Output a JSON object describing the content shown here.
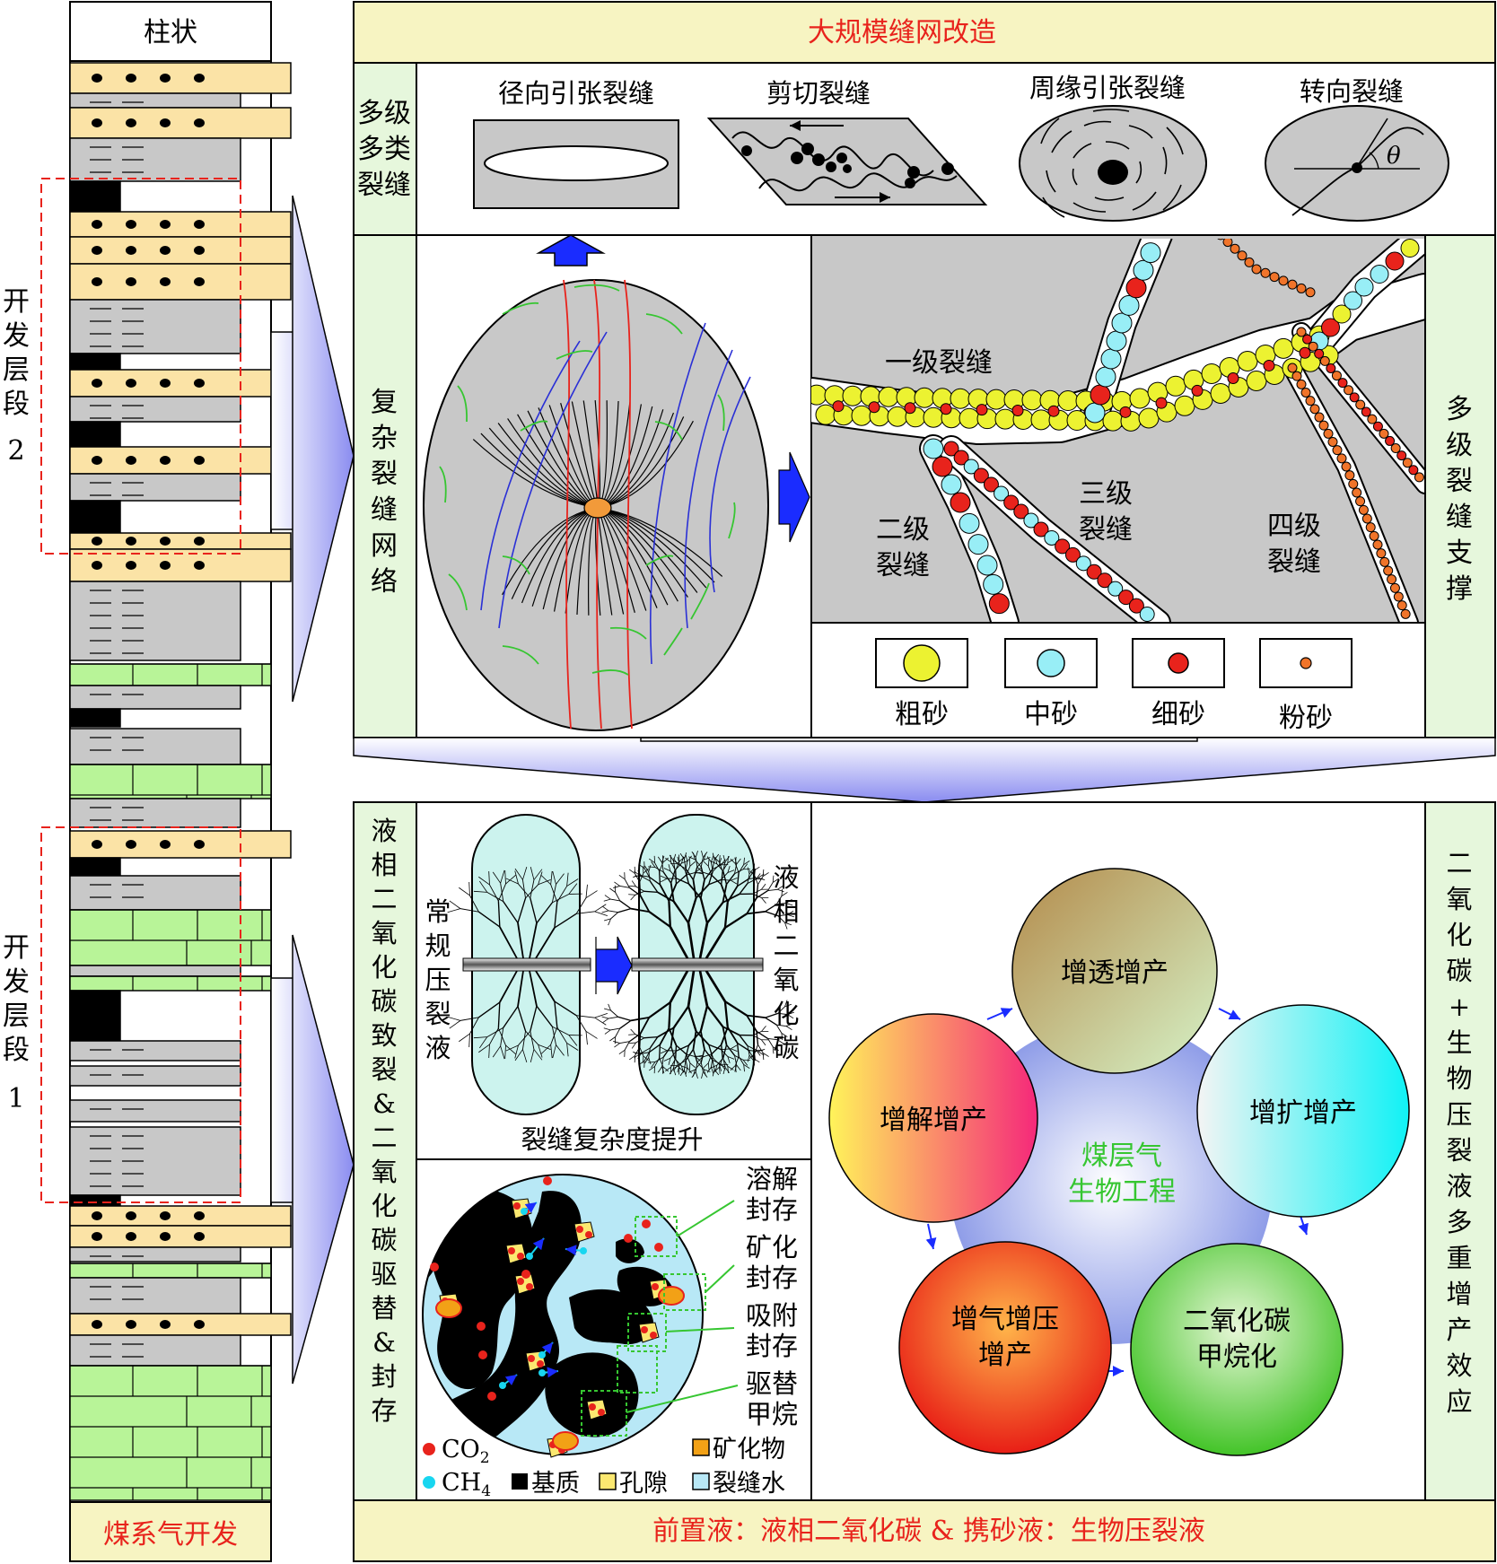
{
  "column": {
    "header": "柱状",
    "footer": "煤系气开发",
    "zone_upper": [
      "开",
      "发",
      "层",
      "段",
      "2"
    ],
    "zone_lower": [
      "开",
      "发",
      "层",
      "段",
      "1"
    ]
  },
  "top": {
    "title": "大规模缝网改造",
    "row1_label": [
      "多级",
      "多类",
      "裂缝"
    ],
    "fracture_types": [
      "径向引张裂缝",
      "剪切裂缝",
      "周缘引张裂缝",
      "转向裂缝"
    ],
    "theta": "θ",
    "row2_label": [
      "复",
      "杂",
      "裂",
      "缝",
      "网",
      "络"
    ],
    "right_label": [
      "多",
      "级",
      "裂",
      "缝",
      "支",
      "撑"
    ],
    "fracture_levels": {
      "level1": "一级裂缝",
      "level2": [
        "二级",
        "裂缝"
      ],
      "level3": [
        "三级",
        "裂缝"
      ],
      "level4": [
        "四级",
        "裂缝"
      ]
    },
    "legend": [
      "粗砂",
      "中砂",
      "细砂",
      "粉砂"
    ]
  },
  "bottom": {
    "left_label": [
      "液",
      "相",
      "二",
      "氧",
      "化",
      "碳",
      "致",
      "裂",
      "&",
      "二",
      "氧",
      "化",
      "碳",
      "驱",
      "替",
      "&",
      "封",
      "存"
    ],
    "right_label": [
      "二",
      "氧",
      "化",
      "碳",
      "+",
      "生",
      "物",
      "压",
      "裂",
      "液",
      "多",
      "重",
      "增",
      "产",
      "效",
      "应"
    ],
    "conventional": [
      "常",
      "规",
      "压",
      "裂",
      "液"
    ],
    "liquid_co2": [
      "液",
      "相",
      "二",
      "氧",
      "化",
      "碳"
    ],
    "complexity": "裂缝复杂度提升",
    "storage": [
      [
        "溶解",
        "封存"
      ],
      [
        "矿化",
        "封存"
      ],
      [
        "吸附",
        "封存"
      ],
      [
        "驱替",
        "甲烷"
      ]
    ],
    "legend": {
      "co2": "CO",
      "co2_sub": "2",
      "ch4": "CH",
      "ch4_sub": "4",
      "matrix": "基质",
      "pore": "孔隙",
      "mineral": "矿化物",
      "water": "裂缝水"
    },
    "center": [
      "煤层气",
      "生物工程"
    ],
    "circles": [
      [
        "增透增产"
      ],
      [
        "增扩增产"
      ],
      [
        "二氧化碳",
        "甲烷化"
      ],
      [
        "增气增压",
        "增产"
      ],
      [
        "增解增产"
      ]
    ],
    "footer": "前置液：液相二氧化碳 & 携砂液：生物压裂液"
  },
  "colors": {
    "title_fill": "#f7f4c2",
    "label_fill": "#e6f7dc",
    "sand": "#fbe3a6",
    "shale": "#c8c8c8",
    "lime": "#b8f498",
    "accent_red": "#e8231c",
    "accent_green": "#36c631",
    "arrow_blue": "#1a2cff"
  }
}
